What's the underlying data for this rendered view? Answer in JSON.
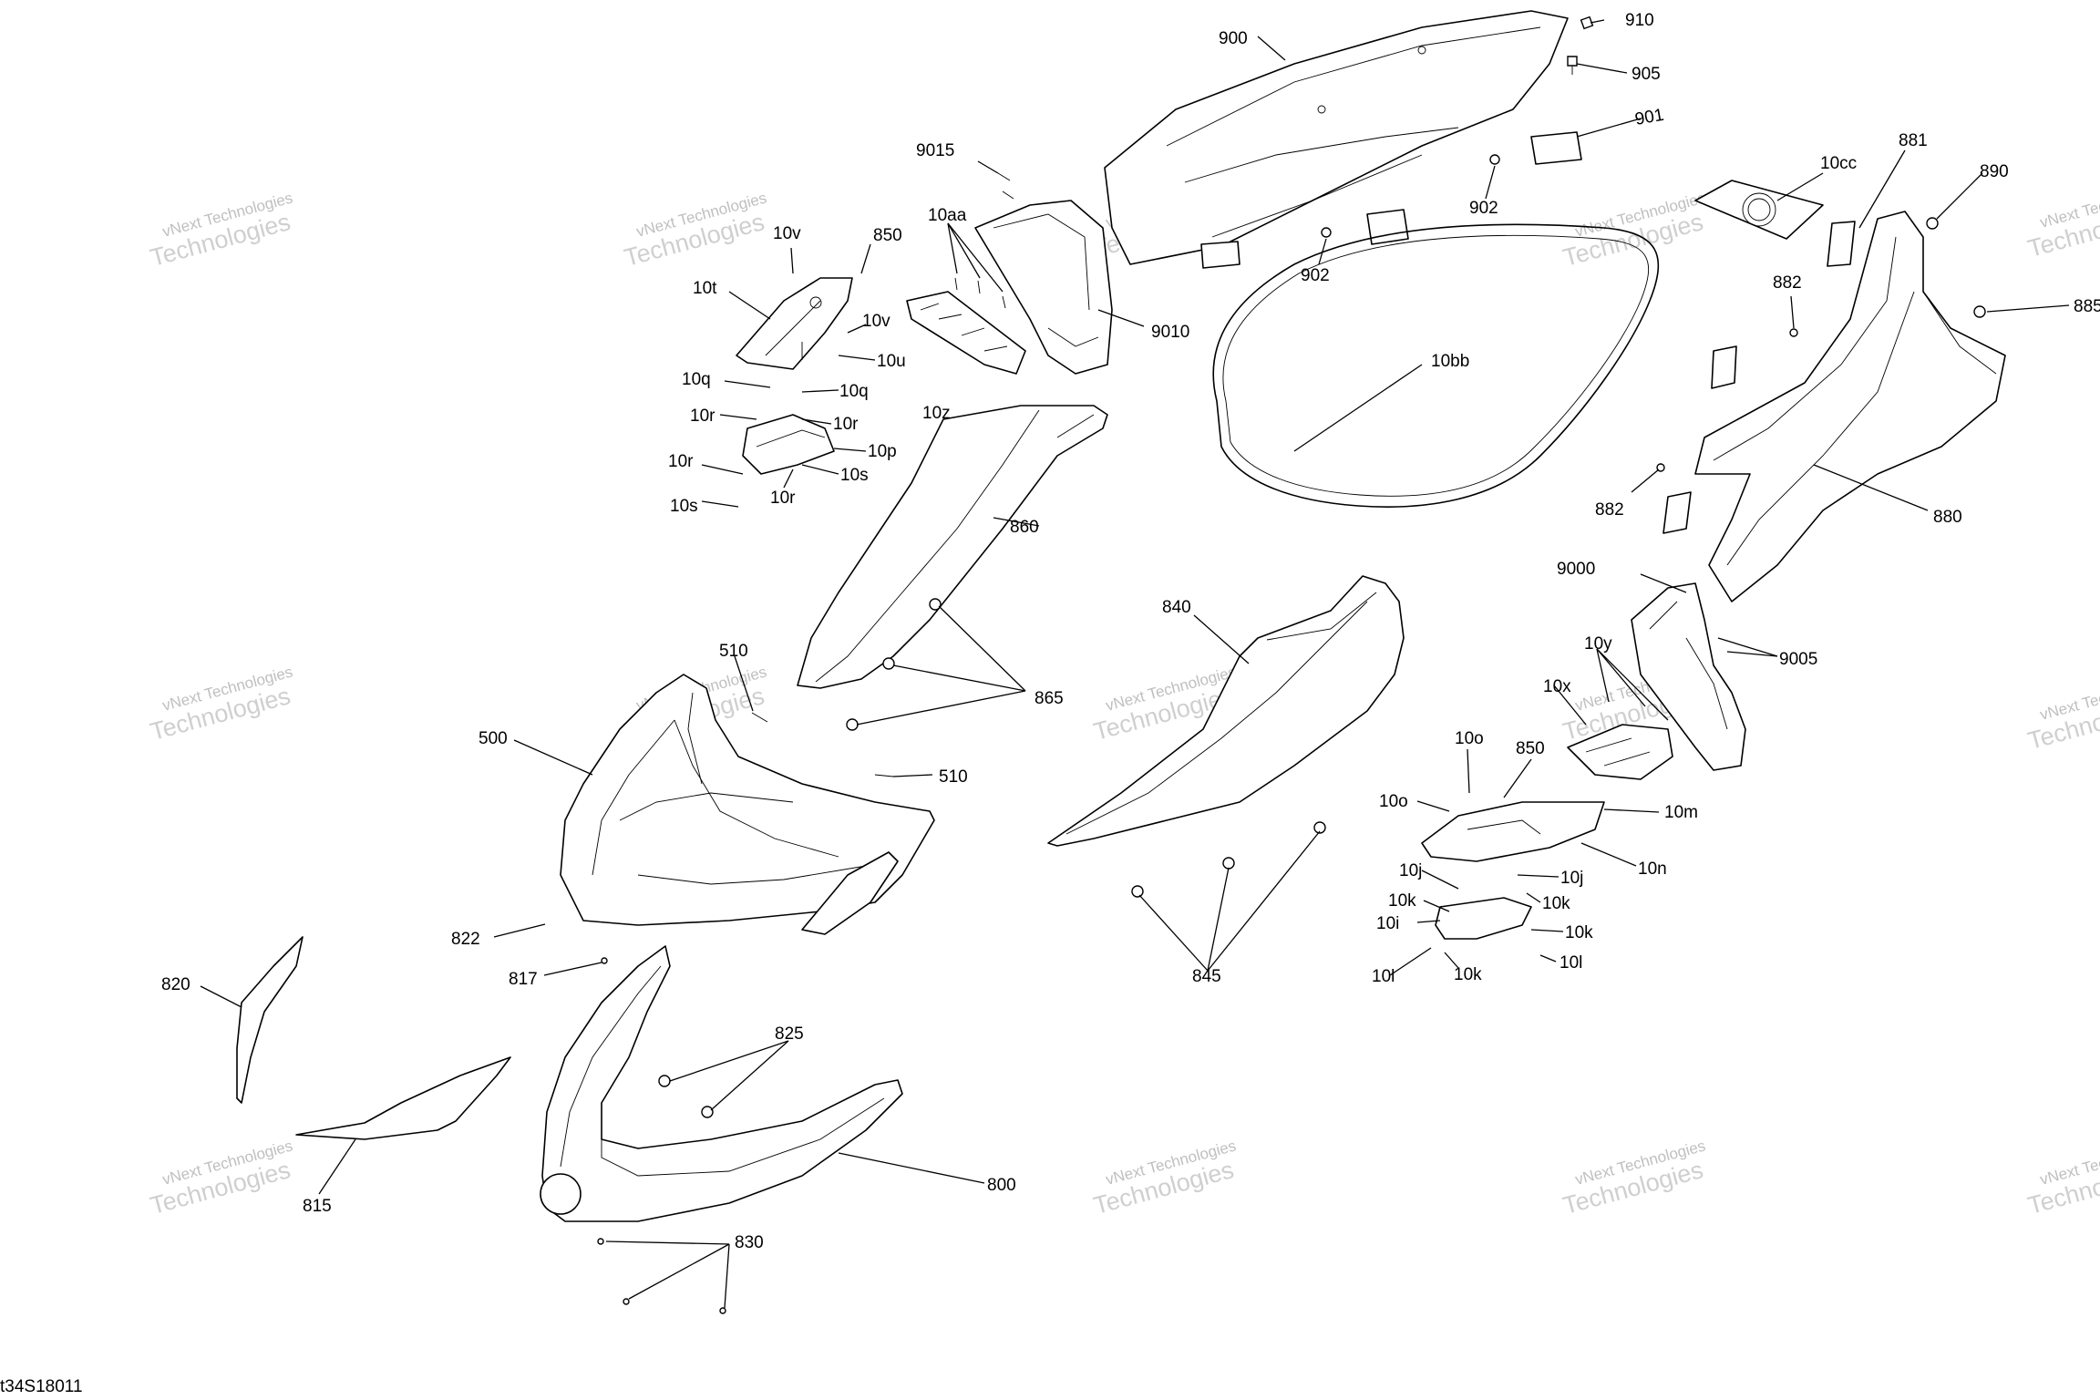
{
  "diagram": {
    "code": "t34S18011",
    "watermark": {
      "line1": "vNext Technologies",
      "line2": "Technologies"
    },
    "labels": {
      "p900": "900",
      "p910": "910",
      "p905": "905",
      "p901": "901",
      "p902a": "902",
      "p902b": "902",
      "p9015": "9015",
      "p10aa": "10aa",
      "p9010": "9010",
      "p10z": "10z",
      "p10v_a": "10v",
      "p850_a": "850",
      "p10t": "10t",
      "p10v_b": "10v",
      "p10u": "10u",
      "p10q_a": "10q",
      "p10q_b": "10q",
      "p10r_a": "10r",
      "p10r_b": "10r",
      "p10p": "10p",
      "p10r_c": "10r",
      "p10s_a": "10s",
      "p10r_d": "10r",
      "p10s_b": "10s",
      "p10bb": "10bb",
      "p10cc": "10cc",
      "p881": "881",
      "p890": "890",
      "p885": "885",
      "p882a": "882",
      "p882b": "882",
      "p880": "880",
      "p860": "860",
      "p865": "865",
      "p510a": "510",
      "p510b": "510",
      "p500": "500",
      "p840": "840",
      "p9000": "9000",
      "p9005": "9005",
      "p10y": "10y",
      "p10x": "10x",
      "p10o_a": "10o",
      "p850_b": "850",
      "p10o_b": "10o",
      "p10m": "10m",
      "p10n": "10n",
      "p10j_a": "10j",
      "p10j_b": "10j",
      "p10k_a": "10k",
      "p10k_b": "10k",
      "p10i": "10i",
      "p10k_c": "10k",
      "p10l_a": "10l",
      "p10l_b": "10l",
      "p10k_d": "10k",
      "p845": "845",
      "p822": "822",
      "p817": "817",
      "p820": "820",
      "p825": "825",
      "p815": "815",
      "p800": "800",
      "p830": "830"
    }
  }
}
